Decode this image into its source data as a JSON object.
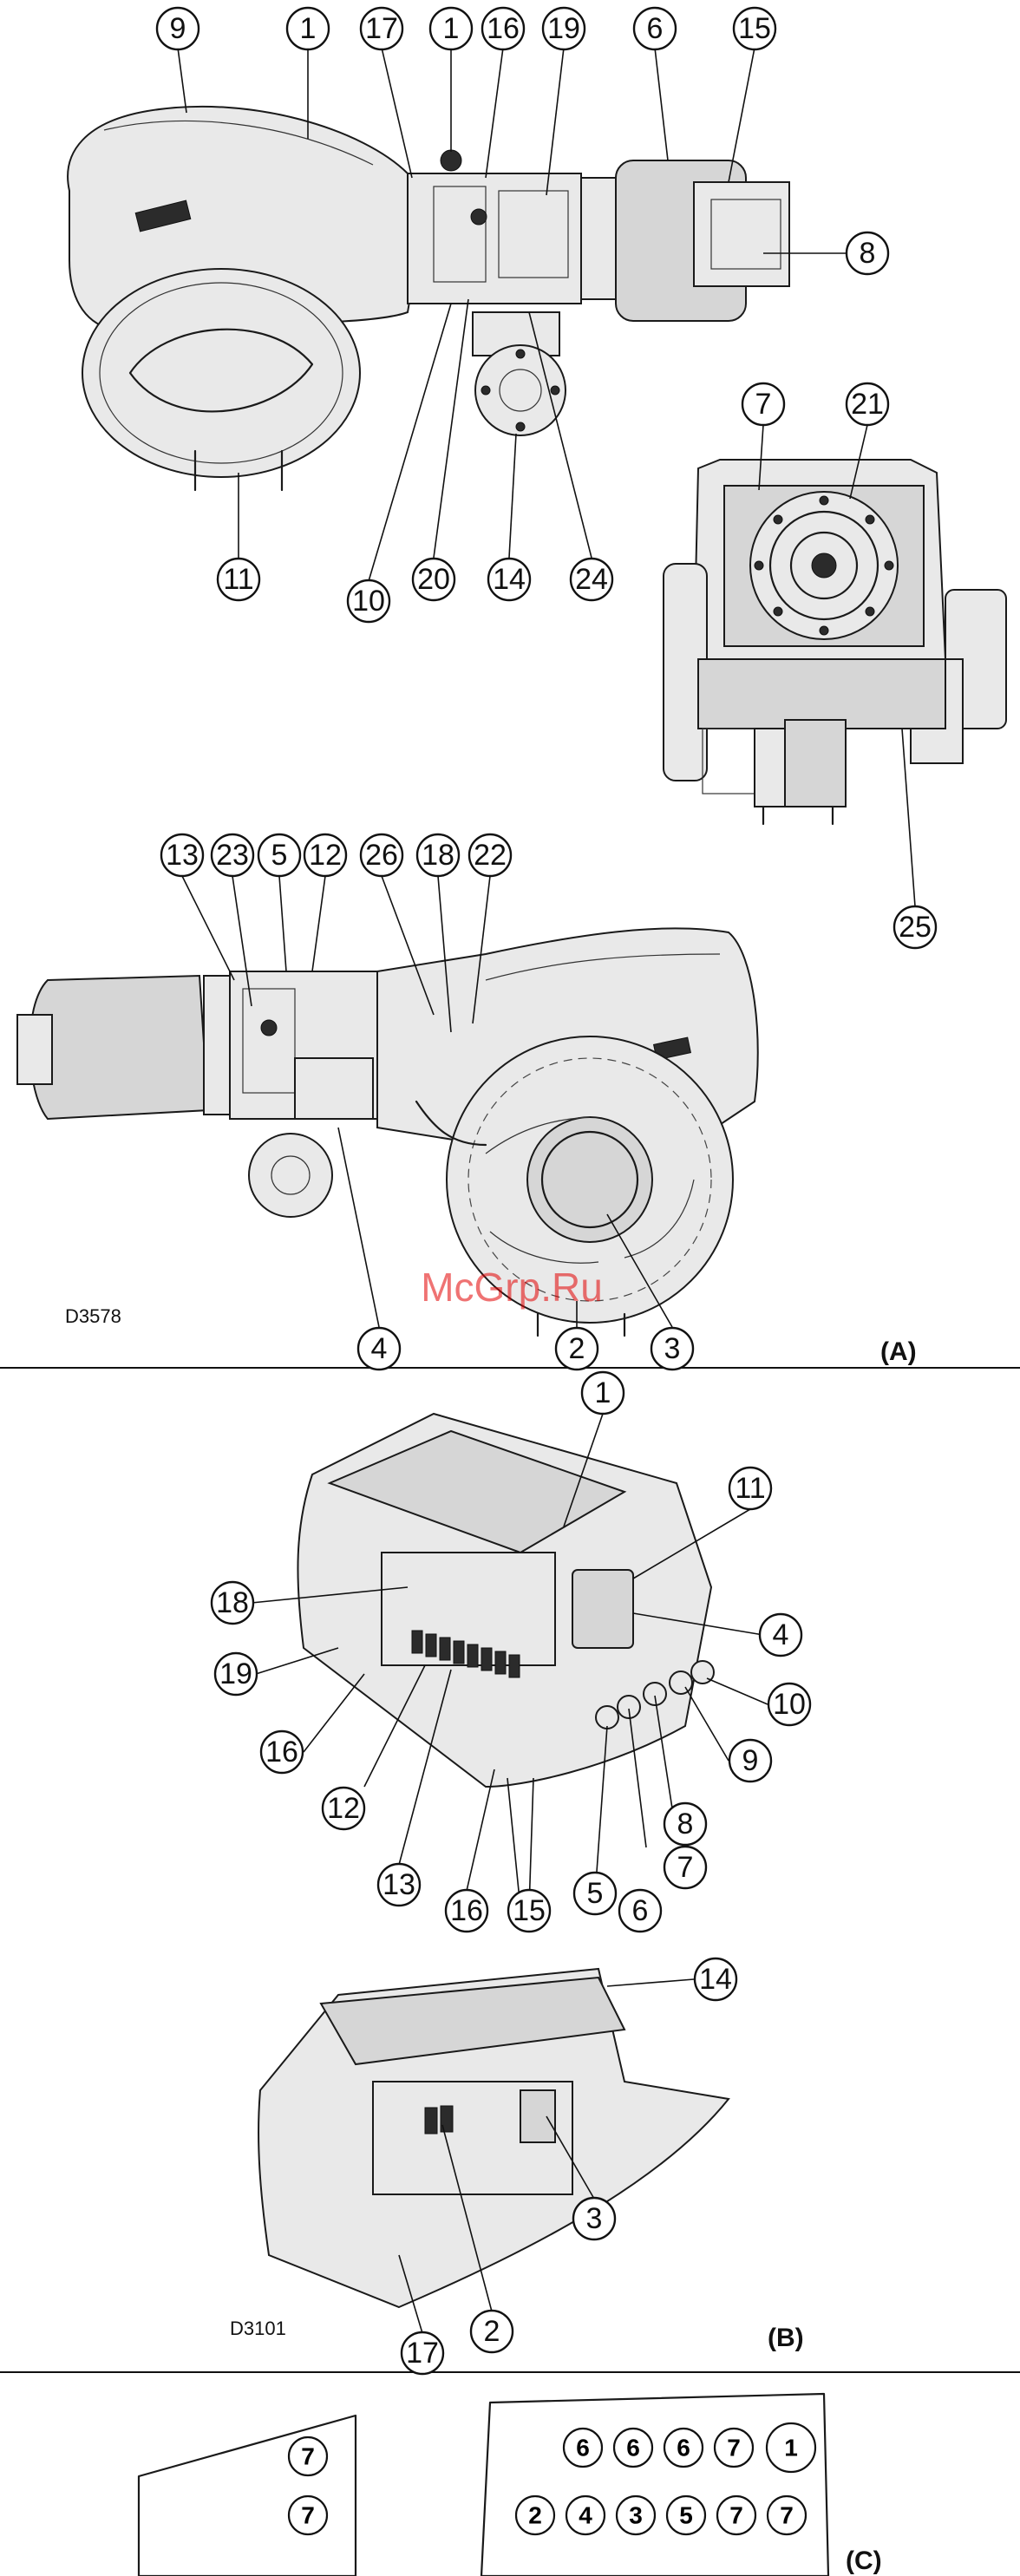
{
  "watermark": "McGrp.Ru",
  "section_a": {
    "label": "(A)",
    "ref_code": "D3578",
    "side_view_top_callouts": [
      "9",
      "1",
      "17",
      "1",
      "16",
      "19",
      "6",
      "15",
      "8"
    ],
    "side_view_bottom_callouts": [
      "11",
      "10",
      "20",
      "14",
      "24"
    ],
    "front_view_callouts": [
      "7",
      "21",
      "25"
    ],
    "side_view_2_callouts": [
      "13",
      "23",
      "5",
      "12",
      "26",
      "18",
      "22",
      "4",
      "2",
      "3"
    ]
  },
  "section_b": {
    "label": "(B)",
    "ref_code": "D3101",
    "upper_callouts": [
      "1",
      "11",
      "18",
      "4",
      "19",
      "10",
      "16",
      "9",
      "12",
      "8",
      "13",
      "7",
      "16",
      "6",
      "15",
      "5"
    ],
    "lower_callouts": [
      "14",
      "3",
      "2",
      "17"
    ]
  },
  "section_c": {
    "label": "(C)",
    "left_panel_chips": [
      "7",
      "7"
    ],
    "right_panel_top_chips": [
      "6",
      "6",
      "6",
      "7",
      "1"
    ],
    "right_panel_bottom_chips": [
      "2",
      "4",
      "3",
      "5",
      "7",
      "7"
    ]
  }
}
